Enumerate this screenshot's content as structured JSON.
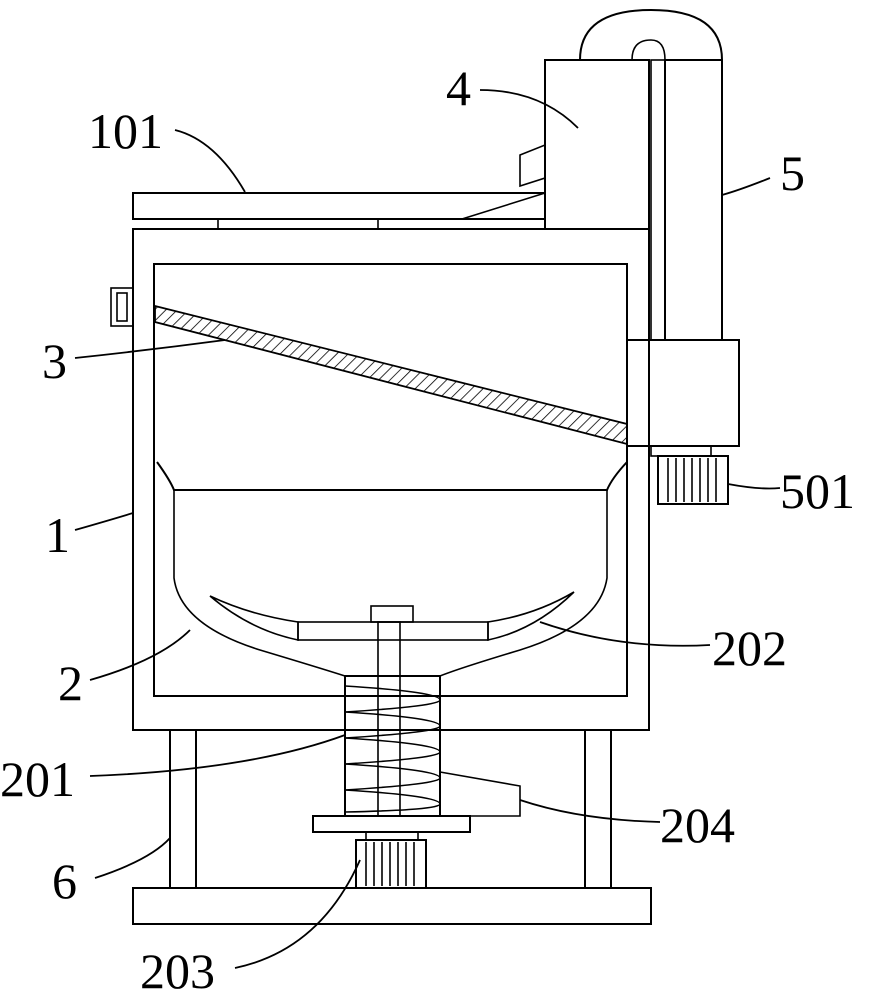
{
  "labels": {
    "l101": "101",
    "l4": "4",
    "l5": "5",
    "l3": "3",
    "l501": "501",
    "l1": "1",
    "l202": "202",
    "l2": "2",
    "l201": "201",
    "l204": "204",
    "l6": "6",
    "l203": "203"
  }
}
